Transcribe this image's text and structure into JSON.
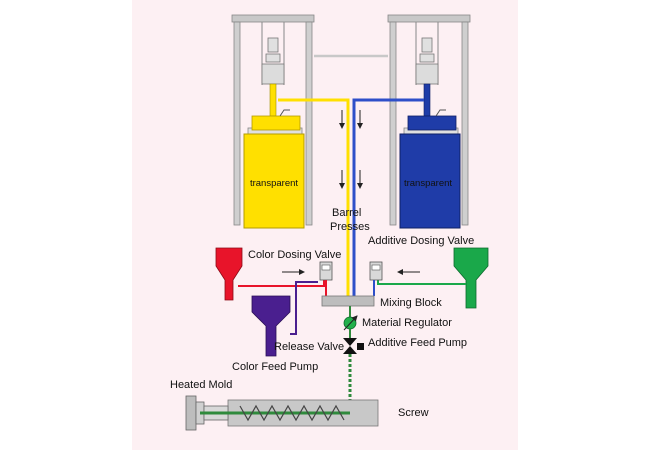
{
  "barrel_left": {
    "label": "transparent",
    "color": "#ffe000"
  },
  "barrel_right": {
    "label": "transparent",
    "color": "#1f3ca8"
  },
  "labels": {
    "barrel_presses_line1": "Barrel",
    "barrel_presses_line2": "Presses",
    "additive_dosing_valve": "Additive Dosing Valve",
    "color_dosing_valve": "Color Dosing Valve",
    "mixing_block": "Mixing Block",
    "material_regulator": "Material Regulator",
    "release_valve": "Release Valve",
    "additive_feed_pump": "Additive Feed Pump",
    "color_feed_pump": "Color Feed Pump",
    "heated_mold": "Heated Mold",
    "screw": "Screw"
  },
  "colors": {
    "panel_background": "#fdf0f3",
    "frame": "#bfbfbf",
    "color_hopper": "#e8142a",
    "color_feed_hopper": "#4a1f8f",
    "additive_hopper": "#1aa84a",
    "screw_line": "#2f8a3c",
    "regulator": "#22b04b",
    "mixing_block": "#bdbdbd"
  },
  "icons": [
    "arrow-icon",
    "valve-icon",
    "regulator-icon",
    "pump-icon"
  ]
}
